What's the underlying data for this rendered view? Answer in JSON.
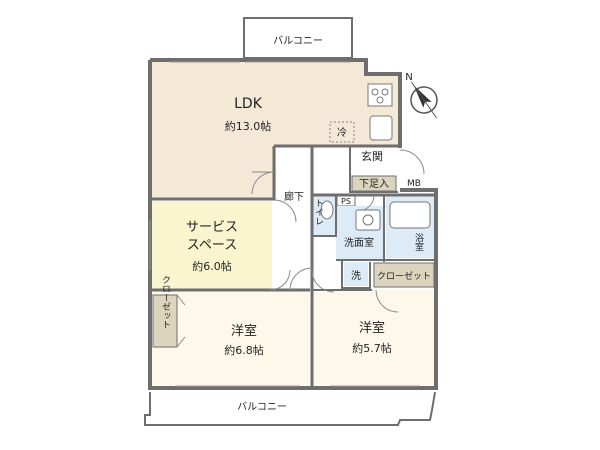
{
  "rooms": {
    "ldk": {
      "name": "LDK",
      "area": "約13.0帖"
    },
    "service_space": {
      "line1": "サービス",
      "line2": "スペース",
      "area": "約6.0帖"
    },
    "western_left": {
      "name": "洋室",
      "area": "約6.8帖"
    },
    "western_right": {
      "name": "洋室",
      "area": "約5.7帖"
    },
    "entrance": "玄関",
    "shoe_box": "下足入",
    "mb": "MB",
    "hallway": "廊下",
    "toilet": "トイレ",
    "ps": "PS",
    "washroom": "洗面室",
    "bath": "浴室",
    "washer": "洗",
    "closet_right": "クローゼット",
    "closet_left": "クローゼット",
    "fridge": "冷",
    "balcony_top": "バルコニー",
    "balcony_bottom": "バルコニー"
  },
  "compass": {
    "label": "N",
    "icon": "compass-north-icon"
  },
  "colors": {
    "ldk": "#f4e8d6",
    "service": "#fbf5cf",
    "western": "#fdf8e9",
    "hall": "#ffffff",
    "wet": "#dcebf6",
    "closet": "#ddd4be",
    "balcony": "#ffffff",
    "wall": "#6e6e6e"
  }
}
